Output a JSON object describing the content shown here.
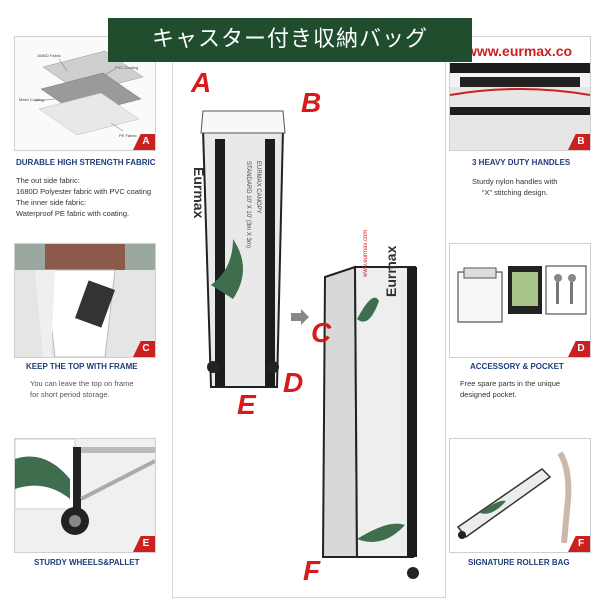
{
  "banner": {
    "title": "キャスター付き収納バッグ"
  },
  "callouts": {
    "a": "A",
    "b": "B",
    "c": "C",
    "d": "D",
    "e": "E",
    "f": "F"
  },
  "fabric": {
    "title": "DURABLE HIGH STRENGTH FABRIC",
    "lines": [
      "The out side fabric:",
      "1680D Polyester fabric with PVC coating",
      "The inner side fabric:",
      "Waterproof PE fabric with coating."
    ],
    "layer_labels": [
      "1680D Fabric",
      "PVC Coating",
      "Mesh Coating",
      "PE Fabric"
    ],
    "badge": "A"
  },
  "handles": {
    "title": "3 HEAVY DUTY HANDLES",
    "lines": [
      "Sturdy nylon handles with",
      "“X”  stitching design."
    ],
    "brand_text": "www.eurmax.co",
    "badge": "B"
  },
  "top": {
    "title": "KEEP THE TOP WITH FRAME",
    "lines": [
      "You can leave the top on frame",
      "for short period storage."
    ],
    "badge": "C"
  },
  "accessory": {
    "title": "ACCESSORY & POCKET",
    "lines": [
      "Free spare parts in the unique",
      "designed pocket."
    ],
    "badge": "D"
  },
  "wheels": {
    "title": "STURDY WHEELS&PALLET",
    "badge": "E"
  },
  "roller": {
    "title": "SIGNATURE ROLLER BAG",
    "badge": "F"
  },
  "bag": {
    "brand": "Eurmax",
    "url": "www.eurmax.com",
    "line1": "EURMAX CANOPY",
    "line2": "STANDARD 10' X 10' (3m X 3m)"
  },
  "colors": {
    "banner": "#1f4d2e",
    "accent": "#cc1f1f",
    "title": "#1f3c7a"
  }
}
